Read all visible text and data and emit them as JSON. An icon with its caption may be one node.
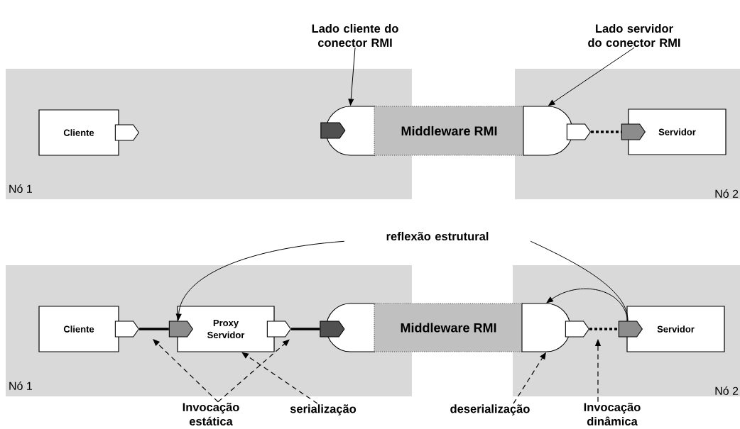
{
  "diagram": {
    "nodes": [
      {
        "text": [
          "Lado cliente do conector RMI"
        ]
      },
      {
        "text": [
          "Lado servidor do conector RMI"
        ]
      },
      {
        "text": [
          "Nó 1"
        ]
      },
      {
        "text": [
          "Cliente"
        ],
        "in": 2
      },
      {
        "text": [],
        "shape": "pentagon",
        "in": 2
      },
      {
        "text": [],
        "shape": "dome",
        "in": 2
      },
      {
        "text": [],
        "shape": "pentagon",
        "in": 2
      },
      {
        "text": [
          "Middleware RMI"
        ]
      },
      {
        "text": [
          "Nó 2"
        ]
      },
      {
        "text": [],
        "shape": "dome",
        "in": 8
      },
      {
        "text": [],
        "shape": "pentagon",
        "in": 8
      },
      {
        "text": [],
        "shape": "pentagon",
        "in": 8
      },
      {
        "text": [
          "Servidor"
        ],
        "in": 8
      },
      {
        "text": [
          "reflexão estrutural"
        ]
      },
      {
        "text": [
          "Nó 1"
        ]
      },
      {
        "text": [
          "Cliente"
        ],
        "in": 14
      },
      {
        "text": [],
        "shape": "pentagon",
        "in": 14
      },
      {
        "text": [],
        "shape": "pentagon",
        "in": 14
      },
      {
        "text": [
          "Proxy Servidor"
        ],
        "in": 14
      },
      {
        "text": [],
        "shape": "pentagon",
        "in": 14
      },
      {
        "text": [],
        "shape": "pentagon",
        "in": 14
      },
      {
        "text": [],
        "shape": "dome",
        "in": 14
      },
      {
        "text": [
          "Middleware RMI"
        ]
      },
      {
        "text": [
          "Nó 2"
        ]
      },
      {
        "text": [],
        "shape": "dome",
        "in": 23
      },
      {
        "text": [],
        "shape": "pentagon",
        "in": 23
      },
      {
        "text": [],
        "shape": "pentagon",
        "in": 23
      },
      {
        "text": [
          "Servidor"
        ],
        "in": 23
      },
      {
        "text": [
          "Invocação estática"
        ]
      },
      {
        "text": [
          "serialização"
        ]
      },
      {
        "text": [
          "deserialização"
        ]
      },
      {
        "text": [
          "Invocação dinâmica"
        ]
      }
    ],
    "edges": [
      {
        "from": 0,
        "to": 5,
        "arrow": "to"
      },
      {
        "from": 1,
        "to": 9,
        "arrow": "to"
      },
      {
        "from": 10,
        "to": 11,
        "arrow": "none",
        "style": "dashed"
      },
      {
        "from": 13,
        "to": 17,
        "arrow": "to"
      },
      {
        "from": 13,
        "to": 26,
        "arrow": "none"
      },
      {
        "from": 26,
        "to": 24,
        "arrow": "to"
      },
      {
        "from": 16,
        "to": 17,
        "arrow": "none",
        "style": "thick"
      },
      {
        "from": 19,
        "to": 20,
        "arrow": "none",
        "style": "thick"
      },
      {
        "from": 25,
        "to": 26,
        "arrow": "none",
        "style": "dashed"
      },
      {
        "from": 28,
        "to": null,
        "arrow": "to",
        "style": "dashed"
      },
      {
        "from": 28,
        "to": 19,
        "arrow": "to",
        "style": "dashed"
      },
      {
        "from": 29,
        "to": 18,
        "arrow": "to",
        "style": "dashed"
      },
      {
        "from": 30,
        "to": 24,
        "arrow": "to",
        "style": "dashed"
      },
      {
        "from": 31,
        "to": null,
        "arrow": "to",
        "style": "dashed"
      }
    ]
  }
}
